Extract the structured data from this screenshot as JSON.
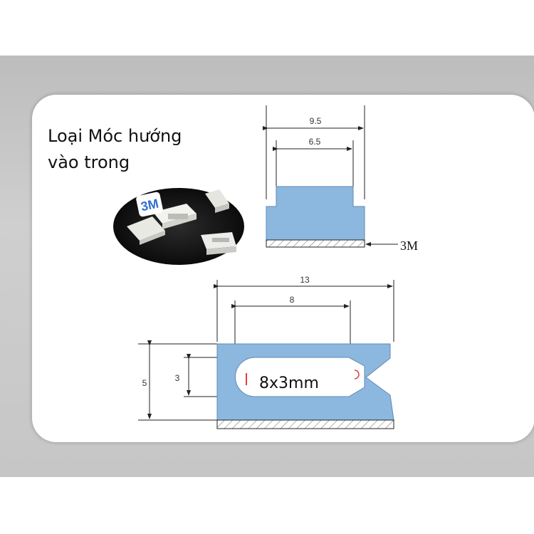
{
  "caption": {
    "line1": "Loại Móc hướng",
    "line2": "vào trong"
  },
  "photo": {
    "logo_text": "3M"
  },
  "top_view": {
    "outer_width": "9.5",
    "inner_width": "6.5",
    "tape_label": "3M"
  },
  "side_view": {
    "length": "13",
    "slot_length": "8",
    "height": "5",
    "slot_height": "3",
    "slot_label": "8x3mm"
  },
  "colors": {
    "part_fill": "#8cb8df",
    "part_stroke": "#5f89b5",
    "line": "#222222",
    "photo_bg": "#111111",
    "logo_blue": "#2f6fd0"
  }
}
